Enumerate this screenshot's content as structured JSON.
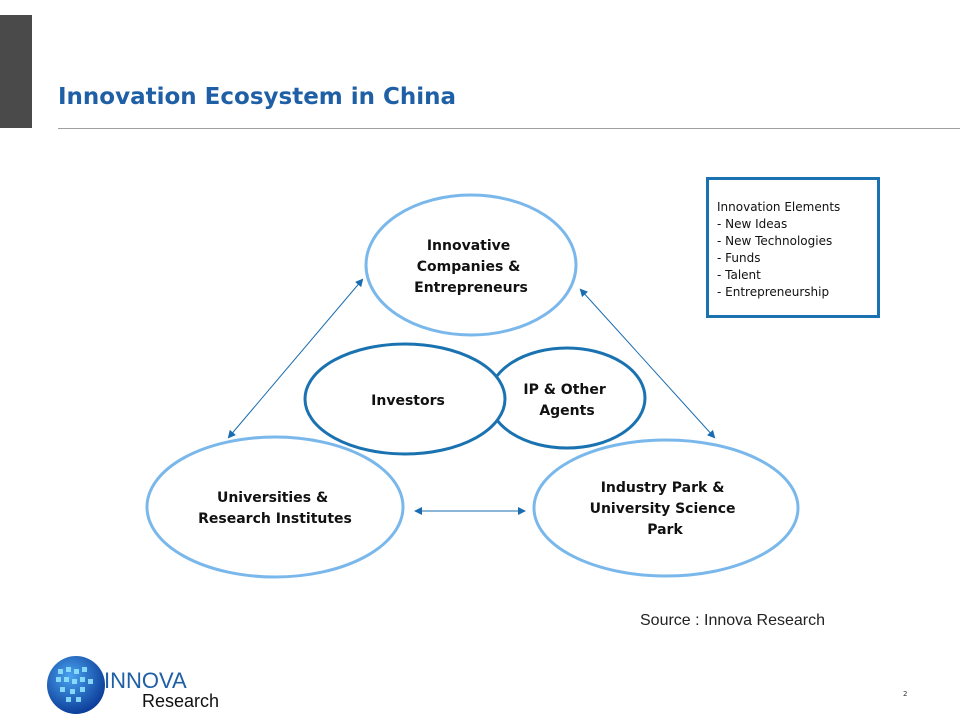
{
  "slide": {
    "title": "Innovation Ecosystem in China",
    "page_number": "2",
    "source": "Source : Innova Research"
  },
  "diagram": {
    "nodes": {
      "companies": [
        "Innovative",
        "Companies &",
        "Entrepreneurs"
      ],
      "investors": [
        "Investors"
      ],
      "ip_agents": [
        "IP & Other",
        "Agents"
      ],
      "universities": [
        "Universities &",
        "Research Institutes"
      ],
      "industry_park": [
        "Industry Park &",
        "University Science",
        "Park"
      ]
    },
    "colors": {
      "light_stroke": "#7ab8ec",
      "dark_stroke": "#1a73b0",
      "arrow": "#1a6db0",
      "title": "#1f5fa6"
    }
  },
  "elements_box": {
    "heading": "Innovation Elements",
    "items": [
      "- New Ideas",
      "- New Technologies",
      "- Funds",
      "- Talent",
      "- Entrepreneurship"
    ]
  },
  "logo": {
    "line1": "INNOVA",
    "line2": "Research"
  }
}
